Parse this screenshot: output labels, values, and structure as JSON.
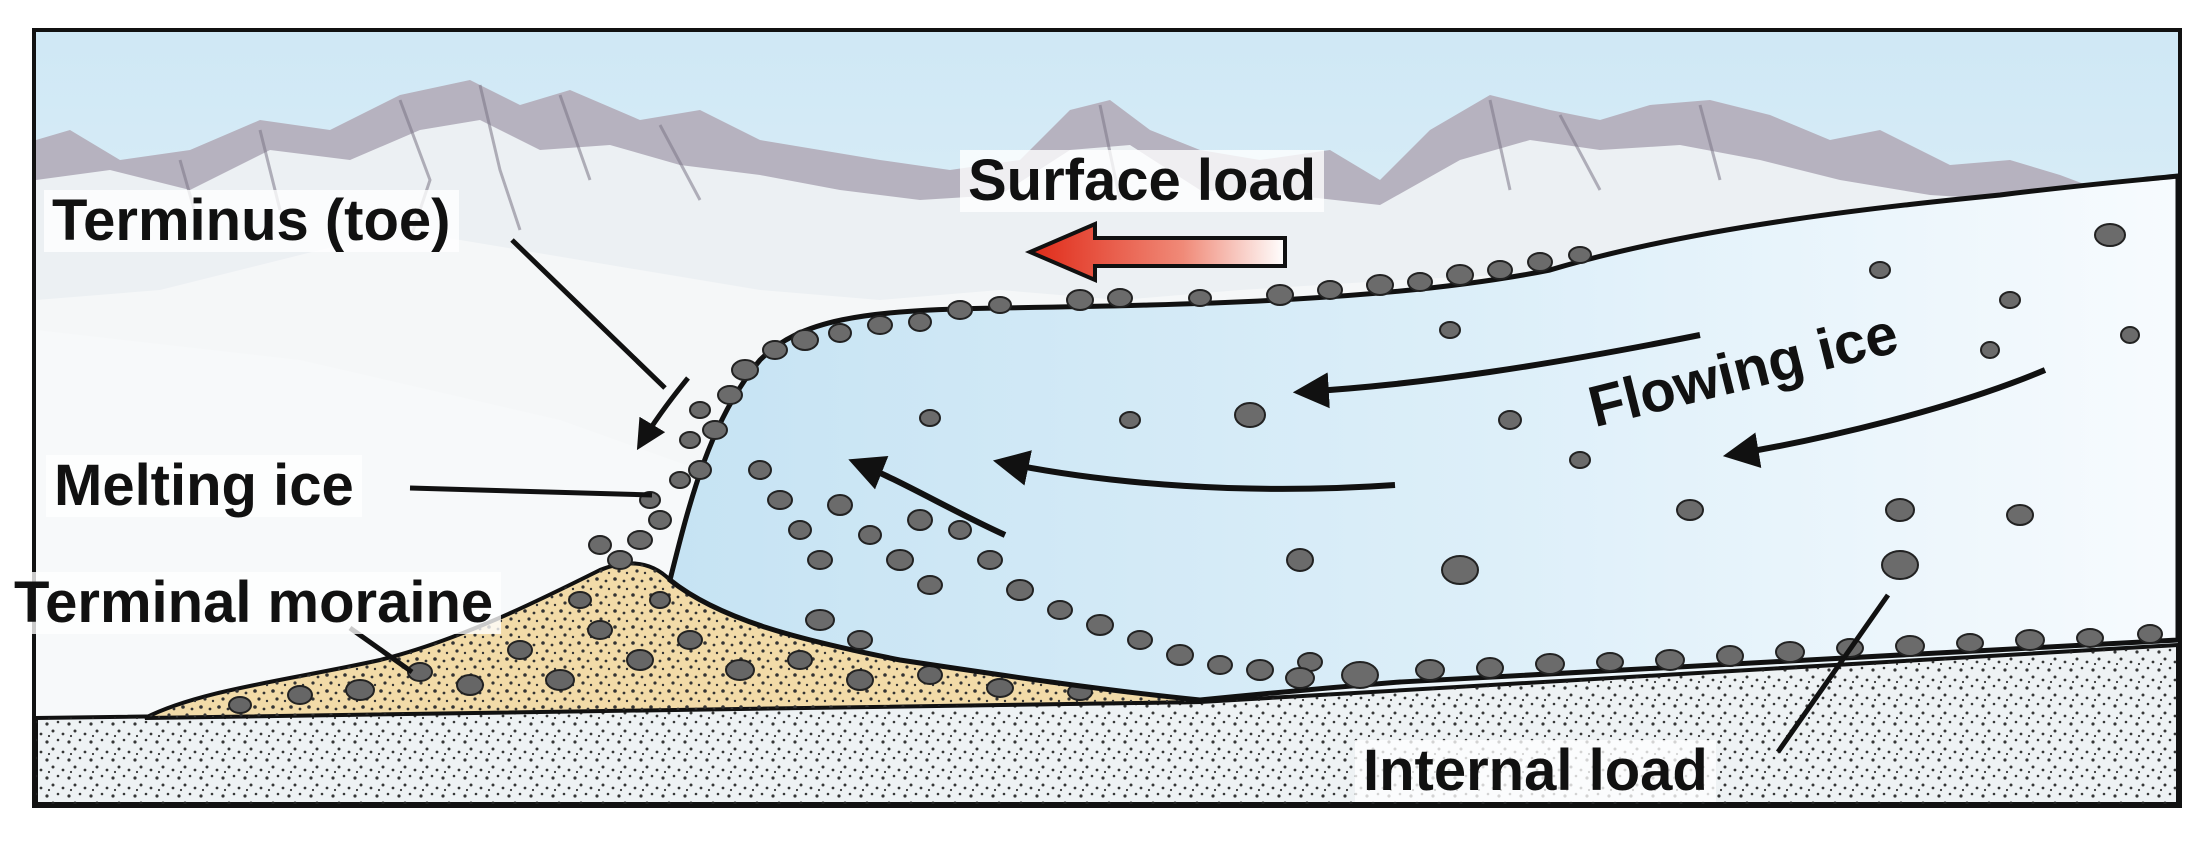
{
  "labels": {
    "surface_load": "Surface load",
    "terminus": "Terminus (toe)",
    "melting_ice": "Melting ice",
    "terminal_moraine": "Terminal moraine",
    "flowing_ice": "Flowing ice",
    "internal_load": "Internal load"
  },
  "colors": {
    "sky": "#dff0f8",
    "mountain": "#8a8494",
    "snow": "#f4f7f9",
    "ice": "#d6ecf7",
    "ice_light": "#f2f9fd",
    "bedrock": "#eef2f4",
    "moraine": "#f0d9a6",
    "rock": "#6d6d6d",
    "arrow_red": "#e03a24"
  },
  "icons": {
    "surface_load_arrow": "left-arrow-icon",
    "flow_arrow": "curved-arrow-icon"
  }
}
